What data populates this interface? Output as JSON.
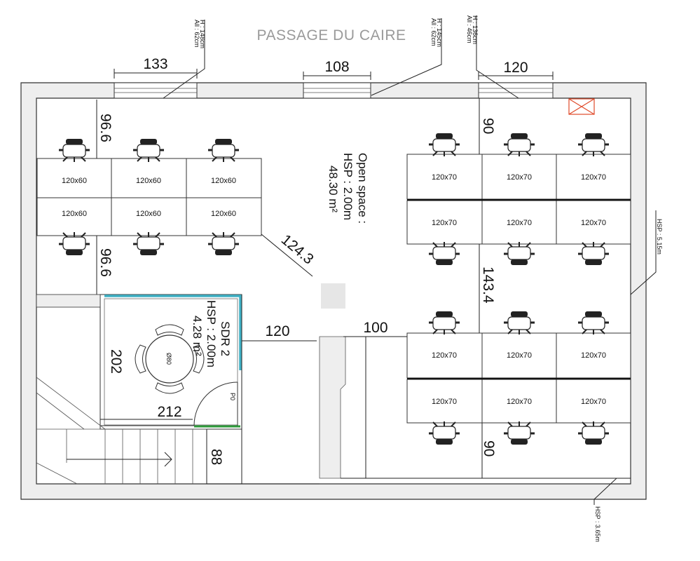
{
  "title": "PASSAGE DU CAIRE",
  "window_notes": [
    {
      "h": "H : 148cm",
      "all": "All : 62cm"
    },
    {
      "h": "H : 145cm",
      "all": "All : 62cm"
    },
    {
      "h": "H : 136cm",
      "all": "All : 46cm"
    }
  ],
  "window_widths": [
    "133",
    "108",
    "120"
  ],
  "open_space": {
    "name": "Open space :",
    "hsp": "HSP : 2.00m",
    "area": "48.30 m²"
  },
  "sdr": {
    "name": "SDR 2",
    "hsp": "HSP : 2.00m",
    "area": "4.28 m²",
    "table": "Ø80",
    "door": "P0"
  },
  "dimensions": {
    "left_top": "96.6",
    "left_bottom": "96.6",
    "diagonal": "124.3",
    "sdr_width": "212",
    "sdr_height": "202",
    "passage_left": "120",
    "passage_right": "100",
    "between_blocks": "143.4",
    "right_top": "90",
    "right_bottom": "90",
    "stair": "88"
  },
  "hsp_right": "HSP : 5.15m",
  "hsp_bottom": "HSP : 3.65m",
  "left_desks": [
    "120x60",
    "120x60",
    "120x60",
    "120x60",
    "120x60",
    "120x60"
  ],
  "right_desks_top": [
    "120x70",
    "120x70",
    "120x70",
    "120x70",
    "120x70",
    "120x70"
  ],
  "right_desks_bottom": [
    "120x70",
    "120x70",
    "120x70",
    "120x70",
    "120x70",
    "120x70"
  ],
  "colors": {
    "sdr_wall": "#3fb0c4",
    "door_arc": "#2e9a3a",
    "vent": "#e04a2a"
  }
}
